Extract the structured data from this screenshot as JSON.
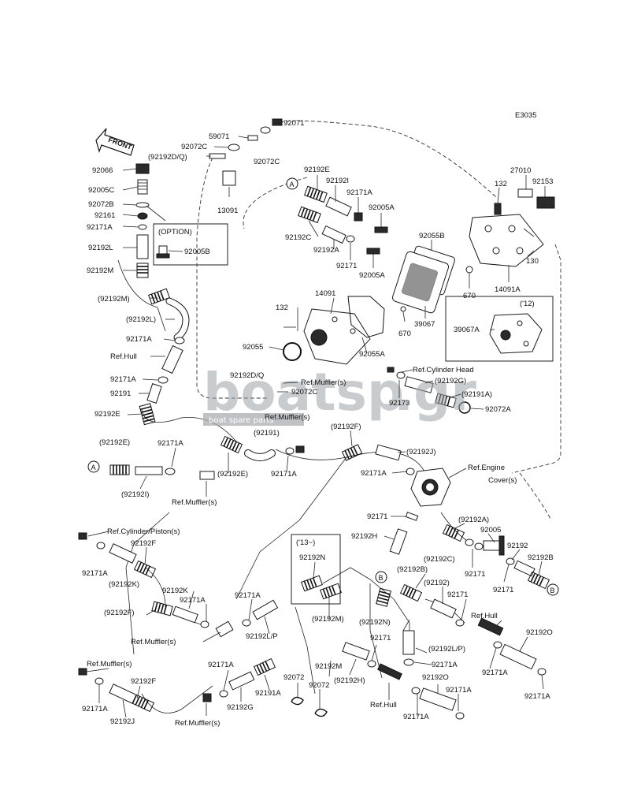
{
  "diagram_code": "E3035",
  "front_arrow_label": "FRONT",
  "option_box_title": "(OPTION)",
  "year_box_12": "('12)",
  "year_box_13": "('13~)",
  "watermark": {
    "brand": "boatsp",
    "suffix": ".gr",
    "tagline": "boat spare parts"
  },
  "labels": {
    "l01": "92071",
    "l02": "59071",
    "l03": "92072C",
    "l04": "(92192D/Q)",
    "l05": "92072C",
    "l06": "92066",
    "l07": "13091",
    "l08": "92005C",
    "l09": "92072B",
    "l10": "92161",
    "l11": "92171A",
    "l12": "92192L",
    "l13": "92192M",
    "l14": "92005B",
    "l15": "92192E",
    "l16": "92192I",
    "l17": "92171A",
    "l18": "92005A",
    "l19": "92192C",
    "l20": "92192A",
    "l21": "92171",
    "l22": "92005A",
    "l23": "92055B",
    "l24": "132",
    "l25": "27010",
    "l26": "92153",
    "l27": "130",
    "l28": "14091A",
    "l29": "670",
    "l30": "670",
    "l31": "39067",
    "l32": "(92192M)",
    "l33": "(92192L)",
    "l34": "92171A",
    "l35": "Ref.Hull",
    "l36": "92171A",
    "l37": "92191",
    "l38": "92192E",
    "l39": "132",
    "l40": "14091",
    "l41": "92055",
    "l42": "92055A",
    "l43": "39067A",
    "l44": "Ref.Cylinder Head",
    "l45": "(92192G)",
    "l46": "(92191A)",
    "l47": "92173",
    "l48": "92072A",
    "l49": "92192D/Q",
    "l50": "Ref.Muffler(s)",
    "l51": "92072C",
    "l52": "Ref.Muffler(s)",
    "l53": "(92192E)",
    "l54": "92171A",
    "l55": "(92191)",
    "l56": "(92192F)",
    "l57": "(92192J)",
    "l58": "(92192E)",
    "l59": "92171A",
    "l60": "(92192I)",
    "l61": "Ref.Muffler(s)",
    "l62": "92171A",
    "l63": "Ref.Engine",
    "l64": "Cover(s)",
    "l65": "Ref.Cylinder/Piston(s)",
    "l66": "92192F",
    "l67": "92171A",
    "l68": "(92192K)",
    "l69": "92171",
    "l70": "92192H",
    "l71": "(92192A)",
    "l72": "92005",
    "l73": "(92192C)",
    "l74": "92171",
    "l75": "92192",
    "l76": "92192B",
    "l77": "92171",
    "l78": "92192K",
    "l79": "(92192F)",
    "l80": "92171A",
    "l81": "92171A",
    "l82": "Ref.Muffler(s)",
    "l83": "92192L/P",
    "l84": "92192N",
    "l85": "(92192M)",
    "l86": "(92192B)",
    "l87": "(92192)",
    "l88": "92171",
    "l89": "(92192N)",
    "l90": "Ref.Hull",
    "l91": "92192O",
    "l92": "(92192L/P)",
    "l93": "92171A",
    "l94": "92171A",
    "l95": "Ref.Muffler(s)",
    "l96": "92171A",
    "l97": "92192F",
    "l98": "92171A",
    "l99": "92192J",
    "l100": "Ref.Muffler(s)",
    "l101": "92192G",
    "l102": "92191A",
    "l103": "92072",
    "l104": "92072",
    "l105": "92192M",
    "l106": "(92192H)",
    "l107": "92171",
    "l108": "Ref.Hull",
    "l109": "92192O",
    "l110": "92171A",
    "l111": "92171A",
    "l112": "92171A"
  },
  "callouts": {
    "a": "A",
    "b": "B"
  }
}
